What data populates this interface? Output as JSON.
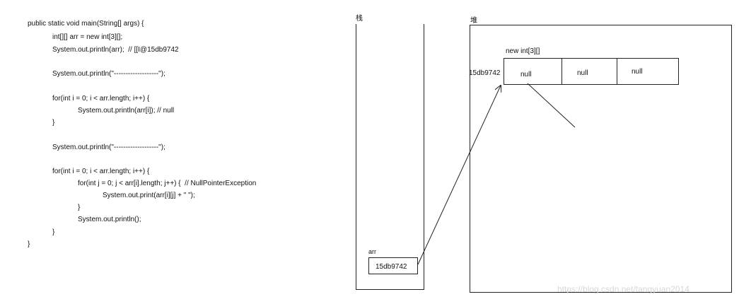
{
  "code": {
    "lines": [
      "public static void main(String[] args) {",
      "int[][] arr = new int[3][];",
      "System.out.println(arr);  // [[I@15db9742",
      "System.out.println(\"-------------------\");",
      "for(int i = 0; i < arr.length; i++) {",
      "System.out.println(arr[i]); // null",
      "}",
      "System.out.println(\"-------------------\");",
      "for(int i = 0; i < arr.length; i++) {",
      "for(int j = 0; j < arr[i].length; j++) {  // NullPointerException",
      "System.out.print(arr[i][j] + \" \");",
      "}",
      "System.out.println();",
      "}",
      "}"
    ]
  },
  "diagram": {
    "stack_label": "栈",
    "heap_label": "堆",
    "array_label": "new int[3][]",
    "heap_address": "15db9742",
    "cells": [
      "null",
      "null",
      "null"
    ],
    "var_name": "arr",
    "var_value": "15db9742"
  },
  "colors": {
    "line": "#222222",
    "watermark": "#d8d8d8"
  },
  "watermark": "https://blog.csdn.net/tangyuan2014"
}
